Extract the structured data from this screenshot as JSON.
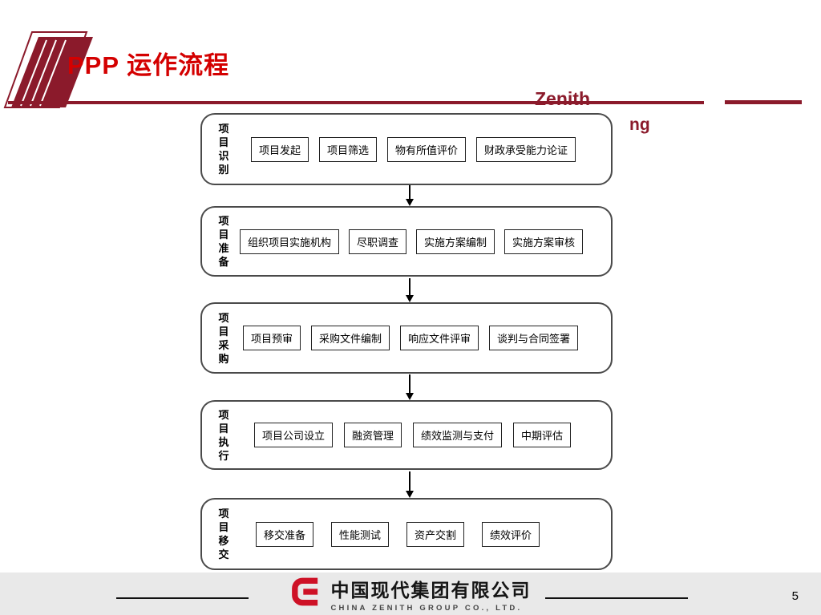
{
  "slide": {
    "title": "PPP 运作流程",
    "watermark": {
      "line1": "Zenith",
      "line2": "ng"
    },
    "page_number": "5"
  },
  "stages": [
    {
      "label": "项目识别",
      "items": [
        "项目发起",
        "项目筛选",
        "物有所值评价",
        "财政承受能力论证"
      ]
    },
    {
      "label": "项目准备",
      "items": [
        "组织项目实施机构",
        "尽职调查",
        "实施方案编制",
        "实施方案审核"
      ]
    },
    {
      "label": "项目采购",
      "items": [
        "项目预审",
        "采购文件编制",
        "响应文件评审",
        "谈判与合同签署"
      ]
    },
    {
      "label": "项目执行",
      "items": [
        "项目公司设立",
        "融资管理",
        "绩效监测与支付",
        "中期评估"
      ]
    },
    {
      "label": "项目移交",
      "items": [
        "移交准备",
        "性能测试",
        "资产交割",
        "绩效评价"
      ]
    }
  ],
  "footer": {
    "company_name_cn": "中国现代集团有限公司",
    "company_name_en": "CHINA ZENITH GROUP CO., LTD."
  },
  "colors": {
    "title_red": "#d40000",
    "accent_maroon": "#8b1a2b",
    "logo_red": "#ce1126",
    "footer_bg": "#e9e9e9"
  }
}
